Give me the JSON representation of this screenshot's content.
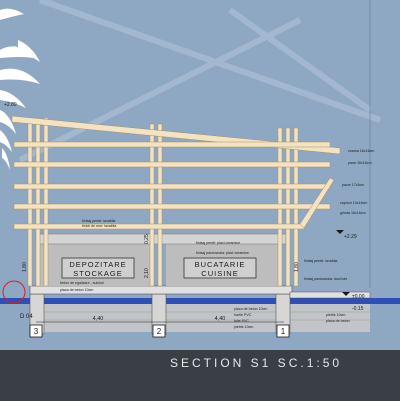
{
  "title": "SECTION S1   SC.1:50",
  "rooms": {
    "left": {
      "line1": "DEPOZITARE",
      "line2": "STOCKAGE"
    },
    "right": {
      "line1": "BUCATARIE",
      "line2": "CUISINE"
    }
  },
  "axes": [
    {
      "id": "3",
      "label": "3"
    },
    {
      "id": "2",
      "label": "2"
    },
    {
      "id": "1",
      "label": "1"
    }
  ],
  "dimensions": {
    "span_left": "4,40",
    "span_right": "4,40",
    "height_left": "1,80",
    "height_mid": "2,10",
    "height_right": "1,80",
    "top_mid": "0,25"
  },
  "levels": {
    "top": "+2.89",
    "roof": "+2.29",
    "floor": "±0.00",
    "ground": "-0.15"
  },
  "detail": {
    "label": "D 04"
  },
  "annotations": {
    "beam_a": "coama 16x16cm",
    "beam_b": "pane 16x16cm",
    "beam_c": "pazie 17x3cm",
    "beam_d": "capriori 10x16cm",
    "beam_e": "grinda 16x16cm",
    "wall_left_1": "finisaj pereti: lavabila",
    "wall_left_2": "tinicii de mor: lavabila",
    "wall_right_1": "finisaj pereti: placi ceramice",
    "wall_right_2": "finisaj pardoseala: placi ceramice",
    "board": "beton de egalizare - sulciuri",
    "pavage": "placa de beton 10cm",
    "pvc": "folie PVC",
    "paper": "hartie PVC",
    "gravel": "pietris 10cm",
    "slab": "placa de beton 10cm",
    "right_1": "finisaj pereti: lavabila",
    "right_2": "finisaj pardoseala: dusi tole",
    "right_3": "pietris 10cm",
    "right_4": "placa de beton"
  }
}
